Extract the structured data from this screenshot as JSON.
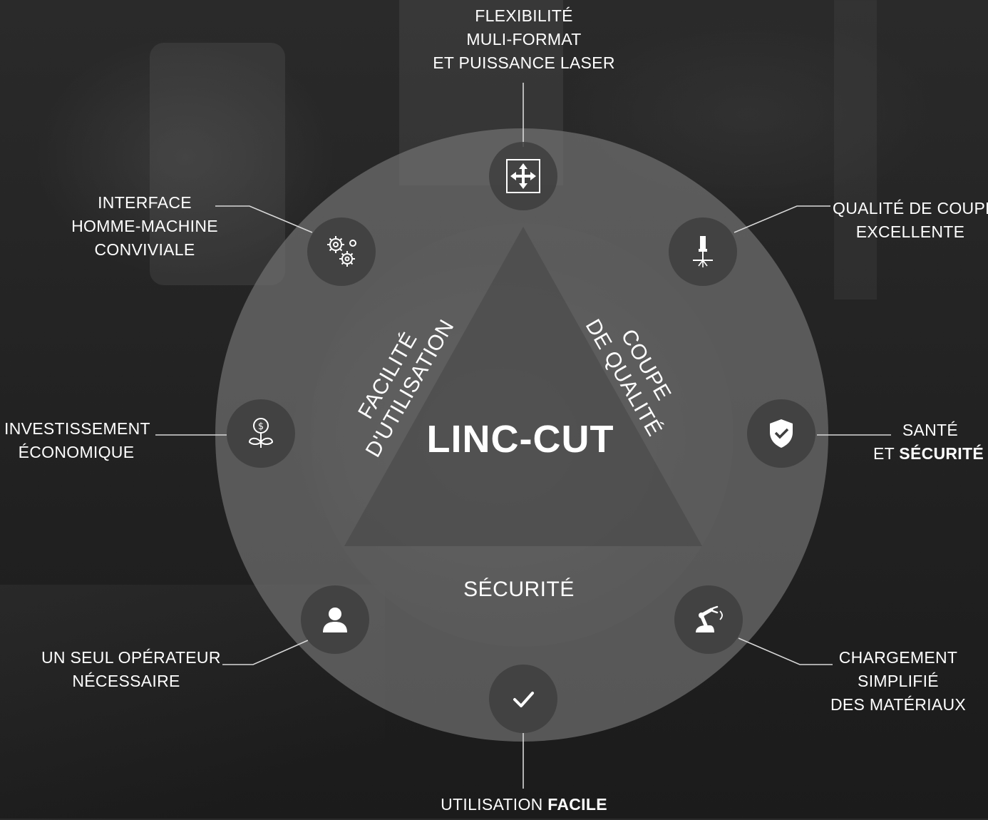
{
  "center": {
    "title": "LINC-CUT",
    "bottom_word": "SÉCURITÉ"
  },
  "sides": {
    "left": {
      "line1": "FACILITÉ",
      "line2": "D'UTILISATION"
    },
    "right": {
      "line1": "COUPE",
      "line2": "DE QUALITÉ"
    }
  },
  "labels": {
    "top": {
      "bold": "FLEXIBILITÉ",
      "line2": "MULI-FORMAT",
      "line3": "ET PUISSANCE LASER"
    },
    "top_left": {
      "line1": "INTERFACE",
      "line2": "HOMME-MACHINE",
      "bold": "CONVIVIALE"
    },
    "top_right": {
      "bold1": "QUALITÉ DE COUPE",
      "bold2": "EXCELLENTE"
    },
    "left": {
      "line1": "INVESTISSEMENT",
      "bold": "ÉCONOMIQUE"
    },
    "right": {
      "line1": "SANTÉ",
      "prefix": "ET ",
      "bold": "SÉCURITÉ"
    },
    "bottom_left": {
      "bold": "UN SEUL OPÉRATEUR",
      "line2": "NÉCESSAIRE"
    },
    "bottom_right": {
      "line1": "CHARGEMENT",
      "bold": "SIMPLIFIÉ",
      "line3": "DES MATÉRIAUX"
    },
    "bottom": {
      "prefix": "UTILISATION ",
      "bold": "FACILE"
    }
  },
  "icons": {
    "top": "move-arrows-icon",
    "top_left": "gears-icon",
    "top_right": "laser-cutter-icon",
    "left": "money-plant-icon",
    "right": "shield-check-icon",
    "bottom_left": "user-icon",
    "bottom_right": "robot-arm-icon",
    "bottom": "checkmark-icon"
  },
  "colors": {
    "text": "#ffffff",
    "circle": "#767676",
    "icon_bg": "#3e3e3e",
    "line": "#d8d8d8"
  }
}
